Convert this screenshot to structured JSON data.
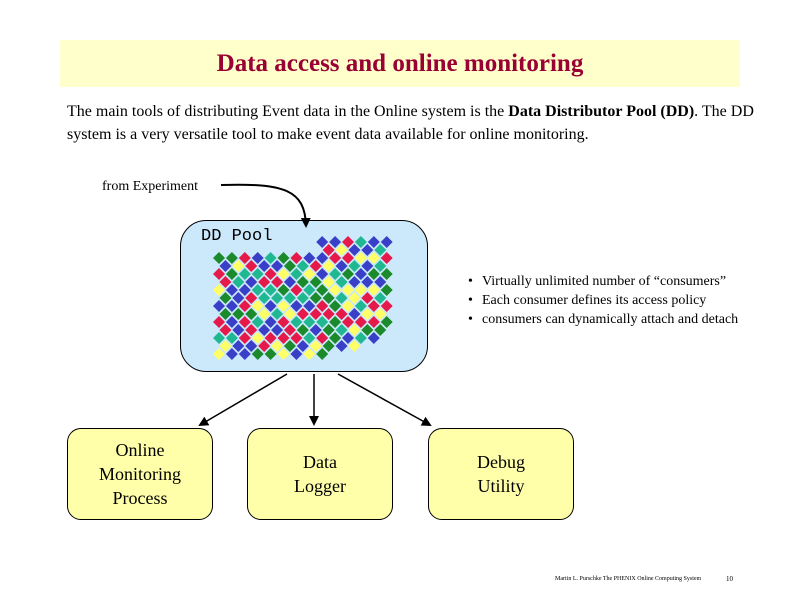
{
  "title": "Data access and online monitoring",
  "intro": {
    "part1": "The main tools of distributing Event data in the Online system is the ",
    "bold1": "Data Distributor Pool",
    "part2": " ",
    "bold2": "(DD)",
    "part3": ". The DD system is a very versatile tool to make event data available for online monitoring."
  },
  "from_label": "from Experiment",
  "pool_label": "DD Pool",
  "bullets": [
    "Virtually unlimited number of “consumers”",
    "Each consumer defines its access policy",
    "consumers can dynamically attach and detach"
  ],
  "boxes": [
    {
      "label": "Online\nMonitoring\nProcess"
    },
    {
      "label": "Data\nLogger"
    },
    {
      "label": "Debug\nUtility"
    }
  ],
  "footer": "Martin L. Purschke The PHENIX Online Computing System",
  "page_number": "10",
  "colors": {
    "title": "#990033",
    "title_bg": "#ffffcc",
    "pool_bg": "#cce8fb",
    "box_bg": "#ffffaa",
    "diamonds": [
      "#e6194b",
      "#20b890",
      "#3a3fc8",
      "#1a8a2a",
      "#ffff66"
    ]
  }
}
